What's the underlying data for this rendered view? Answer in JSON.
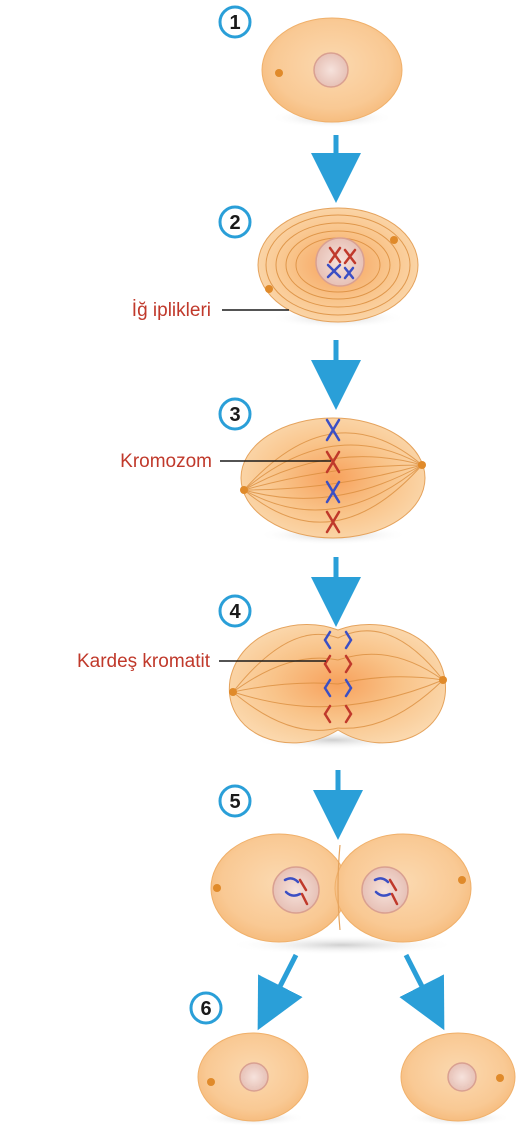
{
  "steps": [
    {
      "number": "1"
    },
    {
      "number": "2"
    },
    {
      "number": "3"
    },
    {
      "number": "4"
    },
    {
      "number": "5"
    },
    {
      "number": "6"
    }
  ],
  "labels": {
    "spindle": "İğ iplikleri",
    "chromosome": "Kromozom",
    "chromatid": "Kardeş kromatit"
  },
  "colors": {
    "cell_fill": "#f8c88a",
    "cell_center": "#f39a52",
    "cell_outline": "#e5a35d",
    "arrow": "#2a9fd8",
    "step_circle": "#2a9fd8",
    "label_text": "#c0392b",
    "chromosome_blue": "#3b4fc4",
    "chromosome_red": "#c0392b",
    "centrosome": "#e08a2a"
  }
}
